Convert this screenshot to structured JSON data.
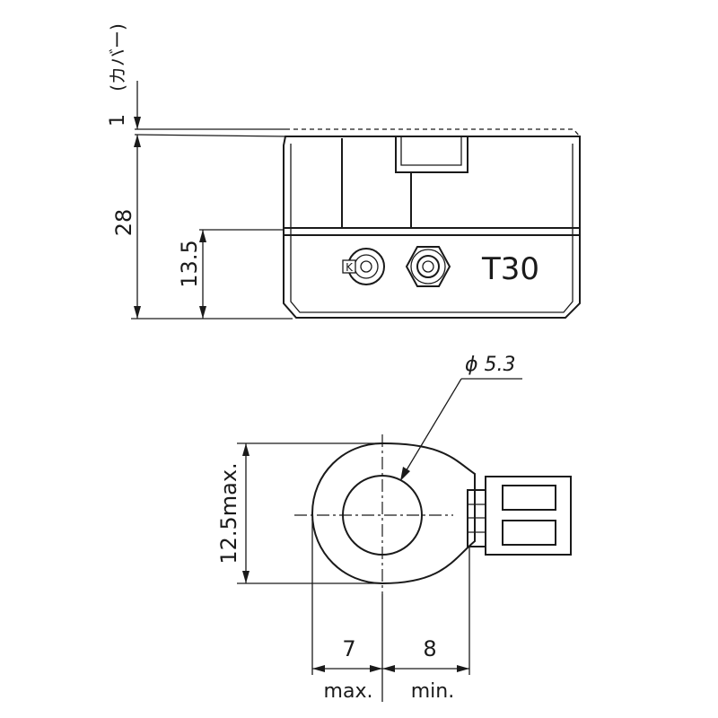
{
  "top_view": {
    "dims": {
      "cover": "1",
      "cover_note": "(カバー)",
      "height_total": "28",
      "height_mid": "13.5"
    },
    "marking": "T30",
    "terminal_mark": "K"
  },
  "bottom_view": {
    "dims": {
      "hole": "ϕ 5.3",
      "width": "12.5max.",
      "left_value": "7",
      "left_note": "max.",
      "right_value": "8",
      "right_note": "min."
    }
  }
}
